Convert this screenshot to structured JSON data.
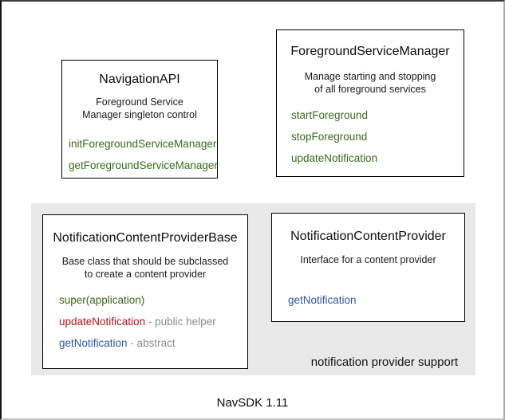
{
  "page": {
    "footer": "NavSDK 1.11"
  },
  "panel": {
    "caption": "notification provider support"
  },
  "colors": {
    "panel_gray": "#e9e9e9",
    "method_green": "#3a6a1e",
    "method_red": "#b3141c",
    "method_blue": "#2b57a8",
    "annotation_gray": "#8c8c8c",
    "box_border": "#000000"
  },
  "boxes": [
    {
      "title": "NavigationAPI",
      "subtitle_lines": [
        "Foreground Service",
        "Manager singleton control"
      ],
      "methods": [
        {
          "label": "initForegroundServiceManager"
        },
        {
          "label": "getForegroundServiceManager"
        }
      ]
    },
    {
      "title": "ForegroundServiceManager",
      "subtitle_lines": [
        "Manage starting and stopping",
        "of all foreground services"
      ],
      "methods": [
        {
          "label": "startForeground"
        },
        {
          "label": "stopForeground"
        },
        {
          "label": "updateNotification"
        }
      ]
    },
    {
      "title": "NotificationContentProviderBase",
      "subtitle_lines": [
        "Base class that should be subclassed",
        "to create a content provider"
      ],
      "methods": [
        {
          "label": "super(application)"
        },
        {
          "label": "updateNotification",
          "annotation": " - public helper"
        },
        {
          "label": "getNotification",
          "annotation": " - abstract"
        }
      ]
    },
    {
      "title": "NotificationContentProvider",
      "subtitle_lines": [
        "Interface for a content provider"
      ],
      "methods": [
        {
          "label": "getNotification"
        }
      ]
    }
  ]
}
